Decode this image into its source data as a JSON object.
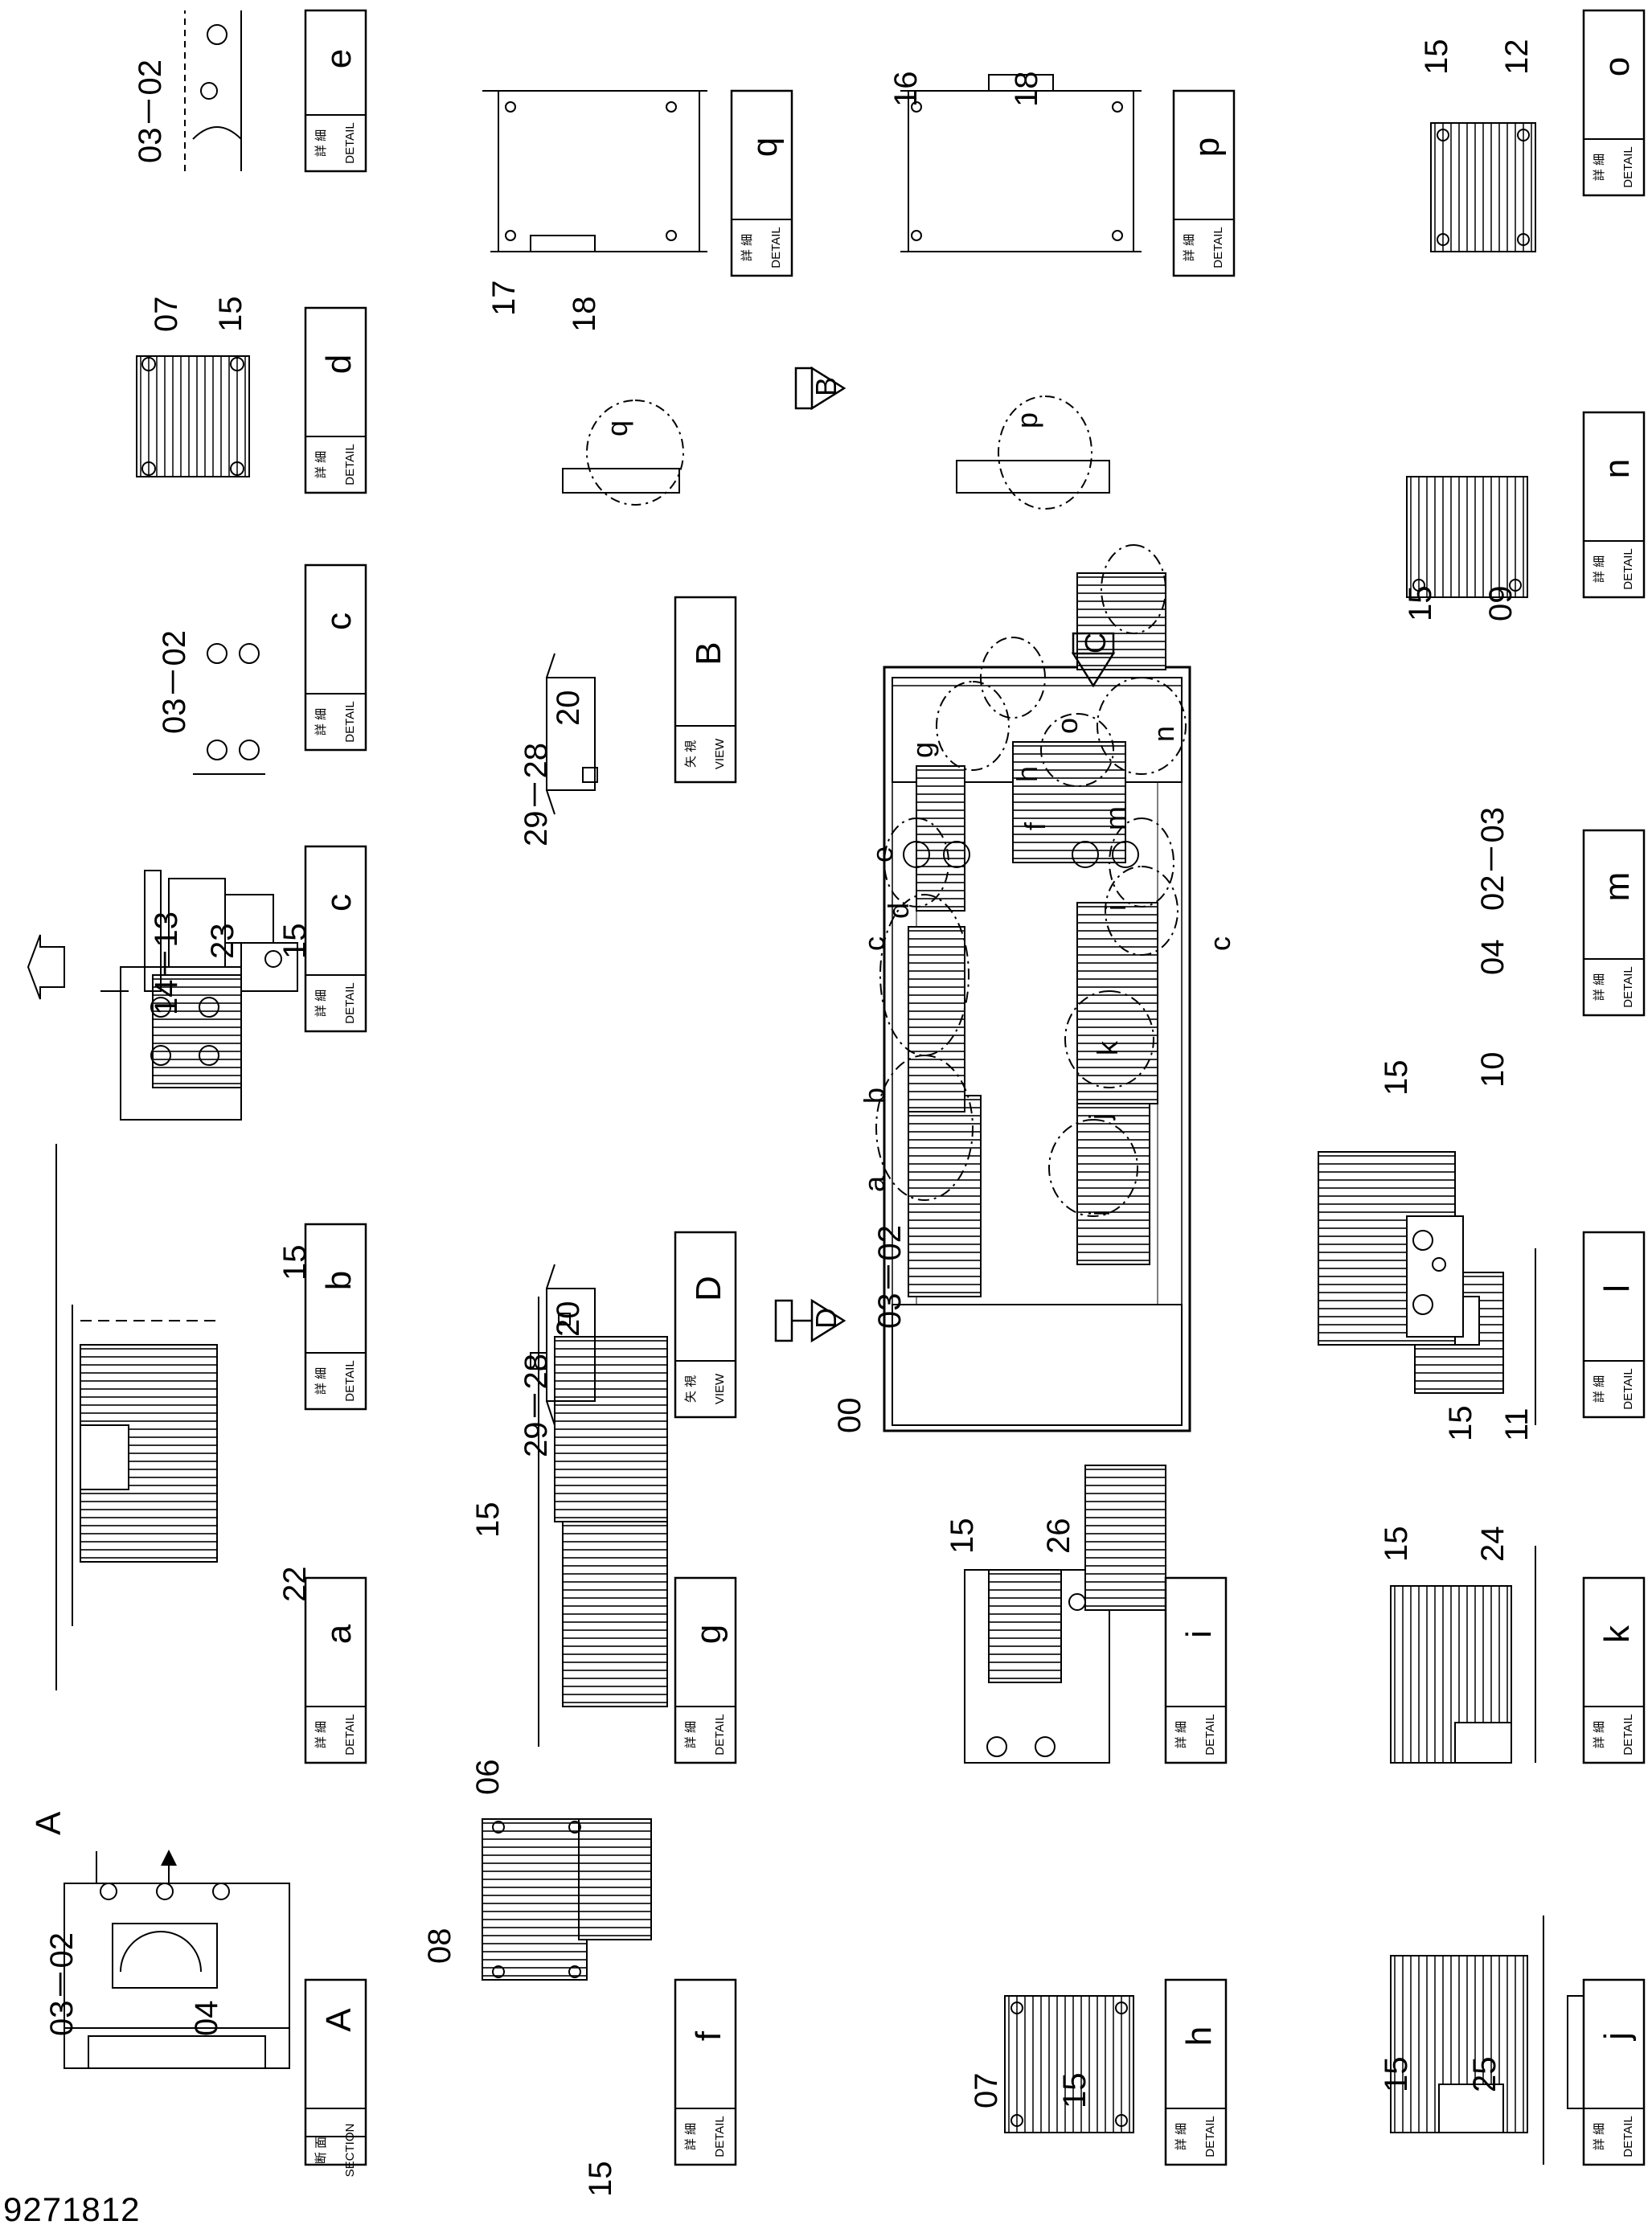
{
  "document_number": "9271812",
  "tag_labels": {
    "detail_jp": "詳 細",
    "detail_en": "DETAIL",
    "view_jp": "矢 視",
    "view_en": "VIEW",
    "section_jp": "断 面",
    "section_en": "SECTION"
  },
  "panels": {
    "A": {
      "letter": "A",
      "kind": "section"
    },
    "a": {
      "letter": "a",
      "kind": "detail"
    },
    "b": {
      "letter": "b",
      "kind": "detail"
    },
    "c1": {
      "letter": "c",
      "kind": "detail"
    },
    "c2": {
      "letter": "c",
      "kind": "detail"
    },
    "d": {
      "letter": "d",
      "kind": "detail"
    },
    "e": {
      "letter": "e",
      "kind": "detail"
    },
    "f": {
      "letter": "f",
      "kind": "detail"
    },
    "g": {
      "letter": "g",
      "kind": "detail"
    },
    "B": {
      "letter": "B",
      "kind": "view"
    },
    "D": {
      "letter": "D",
      "kind": "view"
    },
    "q": {
      "letter": "q",
      "kind": "detail"
    },
    "h": {
      "letter": "h",
      "kind": "detail"
    },
    "i": {
      "letter": "i",
      "kind": "detail"
    },
    "p": {
      "letter": "p",
      "kind": "detail"
    },
    "j": {
      "letter": "j",
      "kind": "detail"
    },
    "k": {
      "letter": "k",
      "kind": "detail"
    },
    "l": {
      "letter": "l",
      "kind": "detail"
    },
    "m": {
      "letter": "m",
      "kind": "detail"
    },
    "n": {
      "letter": "n",
      "kind": "detail"
    },
    "o": {
      "letter": "o",
      "kind": "detail"
    }
  },
  "callouts": {
    "A_0302": "03－02",
    "A_04": "04",
    "a_23": "23",
    "a_15": "15",
    "b_15": "15",
    "b_22": "22",
    "c_1413": "14－13",
    "c_0302": "03－02",
    "d_07": "07",
    "d_15": "15",
    "e_0302": "03－02",
    "f_08": "08",
    "f_15": "15",
    "g_06": "06",
    "g_15": "15",
    "D_20": "20",
    "D_2928": "29－28",
    "B_20": "20",
    "B_2928": "29－28",
    "q_17": "17",
    "q_18": "18",
    "h_07": "07",
    "h_15": "15",
    "i_0302": "03－02",
    "i_15": "15",
    "i_26": "26",
    "main_00": "00",
    "p_16": "16",
    "p_18": "18",
    "j_15": "15",
    "j_25": "25",
    "k_15": "15",
    "k_24": "24",
    "l_15": "15",
    "l_11": "11",
    "m_15": "15",
    "m_10": "10",
    "m_04": "04",
    "m_0203": "02－03",
    "n_15": "15",
    "n_09": "09",
    "o_15": "15",
    "o_12": "12"
  },
  "main_view": {
    "view_arrows": [
      "A",
      "B",
      "C",
      "D"
    ],
    "detail_circles": [
      "a",
      "b",
      "c",
      "c",
      "d",
      "e",
      "f",
      "g",
      "h",
      "i",
      "i",
      "j",
      "k",
      "m",
      "n",
      "o",
      "p",
      "q"
    ]
  }
}
